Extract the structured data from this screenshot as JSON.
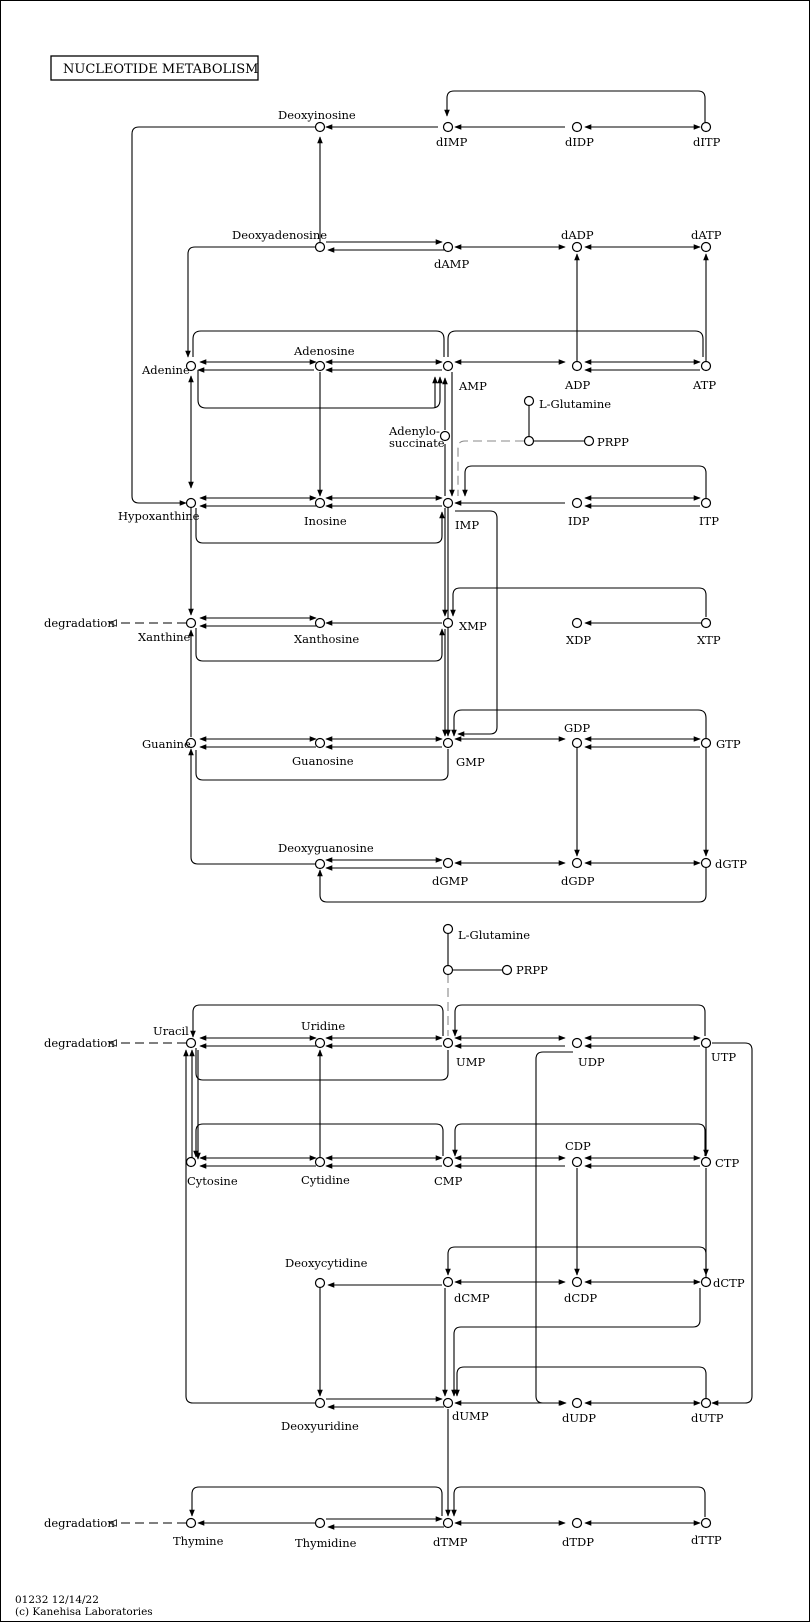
{
  "title": "NUCLEOTIDE  METABOLISM",
  "footer": {
    "line1": "01232 12/14/22",
    "line2": "(c) Kanehisa Laboratories"
  },
  "compounds": {
    "deoxyinosine": "Deoxyinosine",
    "dimp": "dIMP",
    "didp": "dIDP",
    "ditp": "dITP",
    "deoxyadenosine": "Deoxyadenosine",
    "damp": "dAMP",
    "dadp": "dADP",
    "datp": "dATP",
    "adenine": "Adenine",
    "adenosine": "Adenosine",
    "amp": "AMP",
    "adp": "ADP",
    "atp": "ATP",
    "lglutamine1": "L-Glutamine",
    "prpp1": "PRPP",
    "adenylosuccinate1": "Adenylo-",
    "adenylosuccinate2": "succinate",
    "hypoxanthine": "Hypoxanthine",
    "inosine": "Inosine",
    "imp": "IMP",
    "idp": "IDP",
    "itp": "ITP",
    "degradation1": "degradation",
    "xanthine": "Xanthine",
    "xanthosine": "Xanthosine",
    "xmp": "XMP",
    "xdp": "XDP",
    "xtp": "XTP",
    "guanine": "Guanine",
    "guanosine": "Guanosine",
    "gmp": "GMP",
    "gdp": "GDP",
    "gtp": "GTP",
    "deoxyguanosine": "Deoxyguanosine",
    "dgmp": "dGMP",
    "dgdp": "dGDP",
    "dgtp": "dGTP",
    "lglutamine2": "L-Glutamine",
    "prpp2": "PRPP",
    "degradation2": "degradation",
    "uracil": "Uracil",
    "uridine": "Uridine",
    "ump": "UMP",
    "udp": "UDP",
    "utp": "UTP",
    "cytosine": "Cytosine",
    "cytidine": "Cytidine",
    "cmp": "CMP",
    "cdp": "CDP",
    "ctp": "CTP",
    "deoxycytidine": "Deoxycytidine",
    "dcmp": "dCMP",
    "dcdp": "dCDP",
    "dctp": "dCTP",
    "deoxyuridine": "Deoxyuridine",
    "dump": "dUMP",
    "dudp": "dUDP",
    "dutp": "dUTP",
    "degradation3": "degradation",
    "thymine": "Thymine",
    "thymidine": "Thymidine",
    "dtmp": "dTMP",
    "dtdp": "dTDP",
    "dttp": "dTTP"
  }
}
